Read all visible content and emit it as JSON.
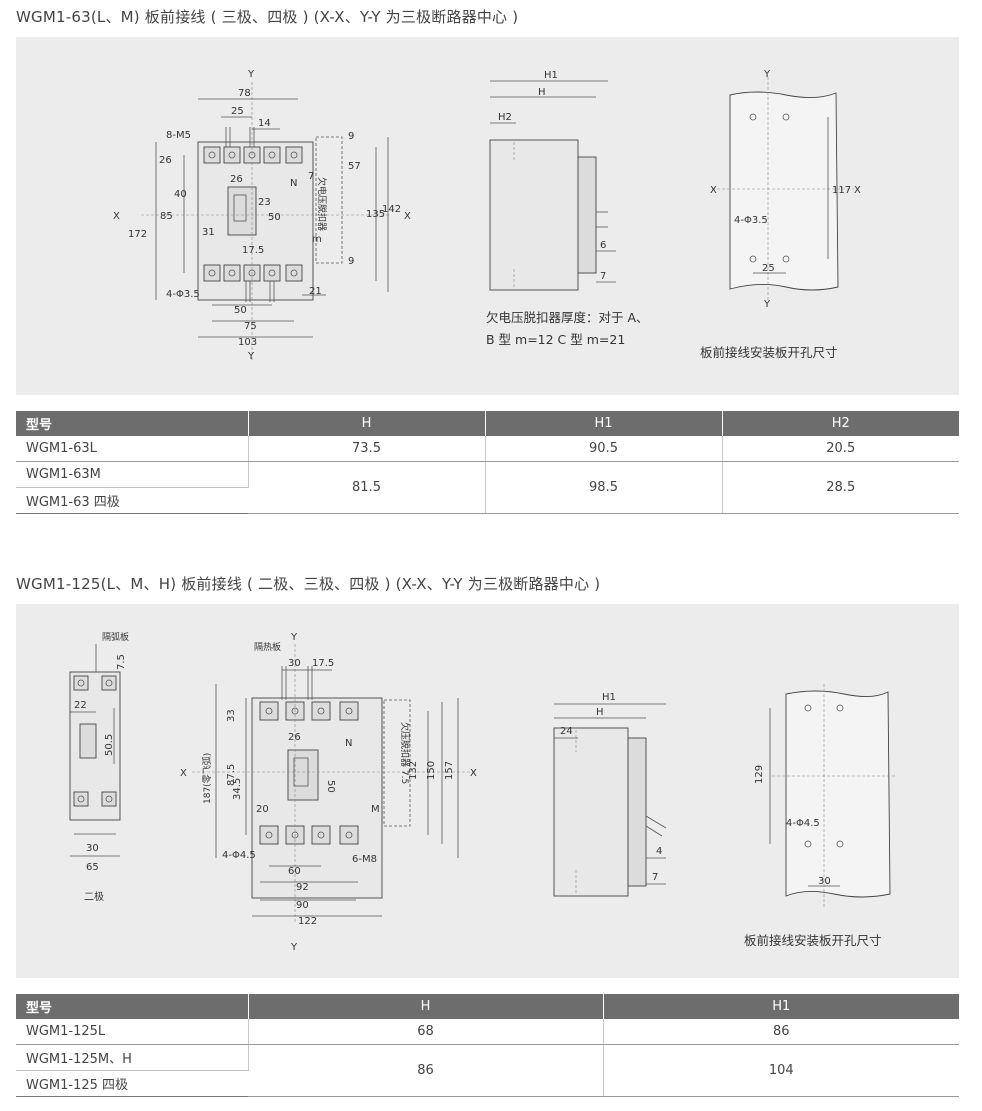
{
  "section1": {
    "title": "WGM1-63(L、M) 板前接线 ( 三极、四极 )    (X-X、Y-Y 为三极断路器中心 )",
    "drawing": {
      "axis": {
        "x": "X",
        "y": "Y"
      },
      "front_dims": [
        "78",
        "25",
        "14",
        "8-M5",
        "9",
        "26",
        "26",
        "N",
        "7",
        "57",
        "40",
        "23",
        "50",
        "85",
        "172",
        "135",
        "142",
        "31",
        "欠电压脱扣器",
        "m",
        "17.5",
        "9",
        "4-Φ3.5",
        "21",
        "50",
        "75",
        "103"
      ],
      "side_dims": [
        "H1",
        "H",
        "H2",
        "6",
        "7"
      ],
      "cutout_dims": [
        "117",
        "4-Φ3.5",
        "25"
      ]
    },
    "caption_note_line1": "欠电压脱扣器厚度：对于 A、",
    "caption_note_line2": "B 型 m=12  C 型 m=21",
    "caption_cutout": "板前接线安装板开孔尺寸",
    "table": {
      "headers": [
        "型号",
        "H",
        "H1",
        "H2"
      ],
      "rows": [
        {
          "model": "WGM1-63L",
          "H": "73.5",
          "H1": "90.5",
          "H2": "20.5"
        },
        {
          "model": "WGM1-63M",
          "model2": "WGM1-63 四极",
          "H": "81.5",
          "H1": "98.5",
          "H2": "28.5"
        }
      ]
    }
  },
  "section2": {
    "title": "WGM1-125(L、M、H) 板前接线 ( 二极、三极、四极 )    (X-X、Y-Y 为三极断路器中心 )",
    "drawing": {
      "axis": {
        "x": "X",
        "y": "Y"
      },
      "twopole_dims": [
        "隔弧板",
        "7.5",
        "22",
        "50.5",
        "30",
        "65"
      ],
      "twopole_label": "二极",
      "front_dims": [
        "隔热板",
        "30",
        "17.5",
        "33",
        "26",
        "N",
        "87.5",
        "50",
        "欠压脱扣器 7.5",
        "132",
        "150",
        "157",
        "187(零飞弧)",
        "34.5",
        "20",
        "M",
        "4-Φ4.5",
        "6-M8",
        "60",
        "92",
        "90",
        "122"
      ],
      "side_dims": [
        "H1",
        "H",
        "24",
        "4",
        "7"
      ],
      "cutout_dims": [
        "129",
        "4-Φ4.5",
        "30"
      ]
    },
    "caption_cutout": "板前接线安装板开孔尺寸",
    "table": {
      "headers": [
        "型号",
        "H",
        "H1"
      ],
      "rows": [
        {
          "model": "WGM1-125L",
          "H": "68",
          "H1": "86"
        },
        {
          "model": "WGM1-125M、H",
          "model2": "WGM1-125 四极",
          "H": "86",
          "H1": "104"
        }
      ]
    }
  }
}
